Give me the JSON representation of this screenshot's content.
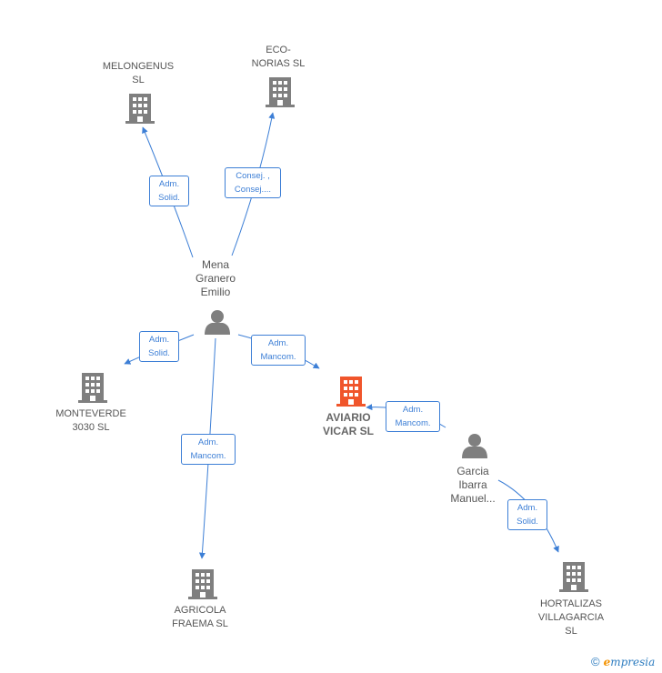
{
  "colors": {
    "edge": "#3d7fd6",
    "company": "#7f7f7f",
    "focus": "#f0552b",
    "person": "#7f7f7f"
  },
  "nodes": {
    "melongenus": [
      "MELONGENUS",
      "SL"
    ],
    "econorias": [
      "ECO-",
      "NORIAS SL"
    ],
    "mena": [
      "Mena",
      "Granero",
      "Emilio"
    ],
    "monteverde": [
      "MONTEVERDE",
      "3030  SL"
    ],
    "aviario": [
      "AVIARIO",
      "VICAR  SL"
    ],
    "garcia": [
      "Garcia",
      "Ibarra",
      "Manuel..."
    ],
    "agricola": [
      "AGRICOLA",
      "FRAEMA  SL"
    ],
    "hortalizas": [
      "HORTALIZAS",
      "VILLAGARCIA",
      "SL"
    ]
  },
  "edges": {
    "e1": [
      "Adm.",
      "Solid."
    ],
    "e2": [
      "Consej. ,",
      "Consej...."
    ],
    "e3": [
      "Adm.",
      "Solid."
    ],
    "e4": [
      "Adm.",
      "Mancom."
    ],
    "e5": [
      "Adm.",
      "Mancom."
    ],
    "e6": [
      "Adm.",
      "Mancom."
    ],
    "e7": [
      "Adm.",
      "Solid."
    ]
  },
  "footer": {
    "copyright": "©",
    "brand_first": "e",
    "brand_rest": "mpresia"
  },
  "icons": {
    "company": "building-icon",
    "person": "person-icon"
  }
}
